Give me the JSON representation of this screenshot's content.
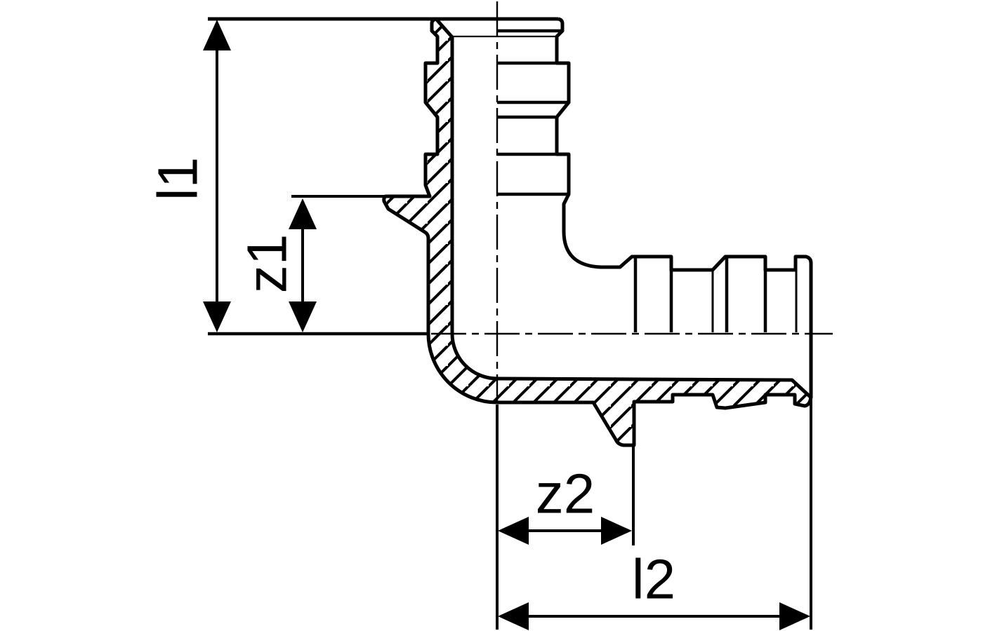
{
  "drawing": {
    "description": "Cross-section technical drawing of a 90-degree elbow pipe fitting with barbed ends, half-sectioned with hatching, centerlines and dimension annotations",
    "colors": {
      "line": "#000000",
      "background": "#ffffff"
    },
    "dimension_labels": {
      "l1": "l1",
      "z1": "z1",
      "z2": "z2",
      "l2": "l2"
    }
  }
}
